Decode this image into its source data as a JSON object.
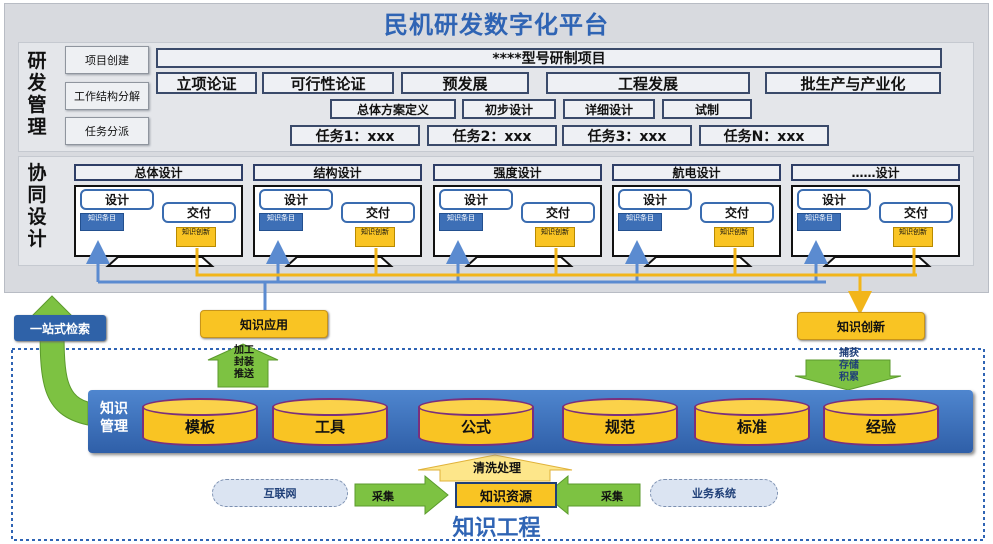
{
  "platform": {
    "title": "民机研发数字化平台"
  },
  "rd_management": {
    "label": "研发管理",
    "left_buttons": [
      "项目创建",
      "工作结构分解",
      "任务分派"
    ],
    "project": "****型号研制项目",
    "phases": [
      "立项论证",
      "可行性论证",
      "预发展",
      "工程发展",
      "批生产与产业化"
    ],
    "stages": [
      "总体方案定义",
      "初步设计",
      "详细设计",
      "试制"
    ],
    "tasks": [
      "任务1：xxx",
      "任务2：xxx",
      "任务3：xxx",
      "任务N：xxx"
    ]
  },
  "collab_design": {
    "label": "协同设计",
    "columns": [
      "总体设计",
      "结构设计",
      "强度设计",
      "航电设计",
      "……设计"
    ],
    "design_label": "设计",
    "deliver_label": "交付",
    "knowledge_item": "知识条目",
    "knowledge_innovation_small": "知识创新"
  },
  "flows": {
    "search": "一站式检索",
    "apply": "知识应用",
    "innovate": "知识创新",
    "process_up": "加工\n封装\n推送",
    "process_down": "捕获\n存储\n积累"
  },
  "knowledge_management": {
    "label": "知识管理",
    "cylinders": [
      "模板",
      "工具",
      "公式",
      "规范",
      "标准",
      "经验"
    ]
  },
  "sources": {
    "cleaning": "清洗处理",
    "resource": "知识资源",
    "internet": "互联网",
    "business": "业务系统",
    "collect": "采集"
  },
  "engineering": {
    "title": "知识工程"
  },
  "colors": {
    "accent": "#2f64b4",
    "yellow": "#f9c423",
    "arrow_blue": "#5b8bd0",
    "arrow_green": "#7dc242"
  }
}
